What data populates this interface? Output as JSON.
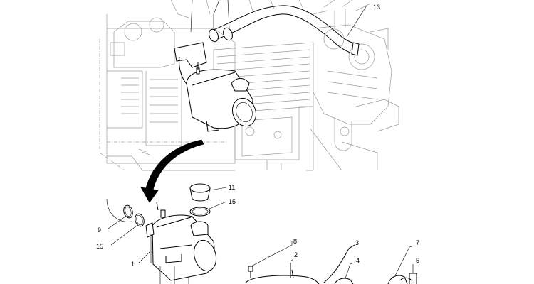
{
  "callouts": {
    "c13": "13",
    "c11": "11",
    "c15a": "15",
    "c9": "9",
    "c15b": "15",
    "c1": "1",
    "c8": "8",
    "c2": "2",
    "c3": "3",
    "c4": "4",
    "c7": "7",
    "c5": "5"
  },
  "colors": {
    "engine_lines": "#9a9a9a",
    "part_lines": "#000000",
    "arrow_fill": "#000000"
  },
  "icons": {
    "arrow": "curved-arrow-pointer"
  }
}
